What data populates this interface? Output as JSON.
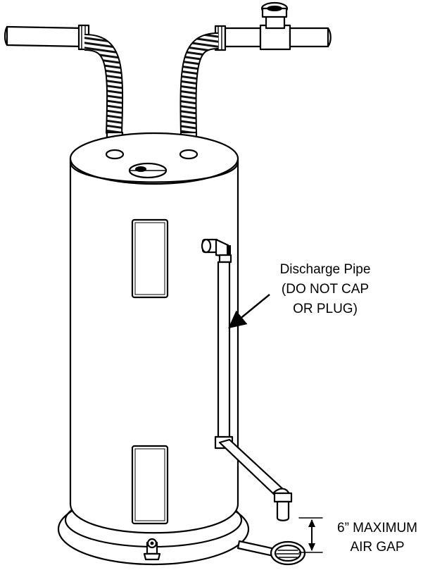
{
  "labels": {
    "discharge_line1": "Discharge Pipe",
    "discharge_line2": "(DO NOT CAP",
    "discharge_line3": "OR PLUG)",
    "gap_line1": "6” MAXIMUM",
    "gap_line2": "AIR GAP"
  }
}
